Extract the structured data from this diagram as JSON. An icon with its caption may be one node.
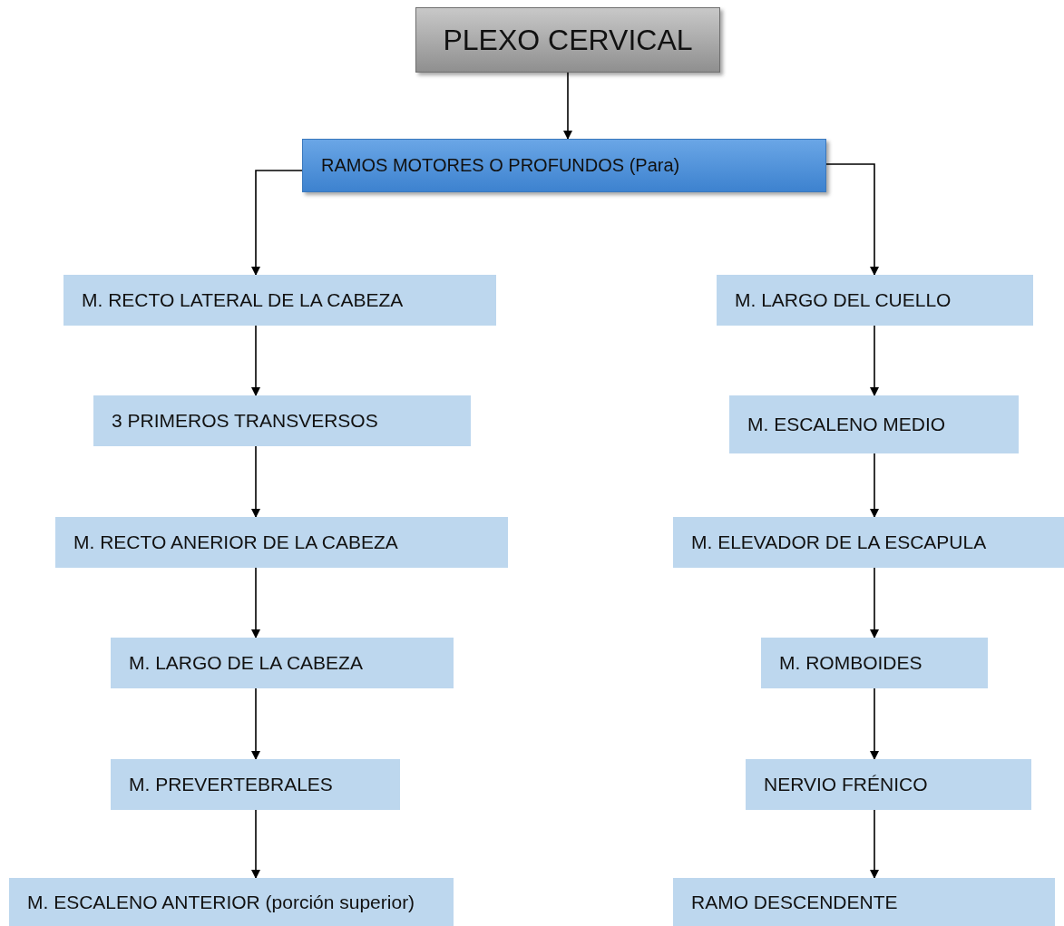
{
  "diagram": {
    "nodes": [
      {
        "text": [
          "PLEXO CERVICAL"
        ]
      },
      {
        "text": [
          "RAMOS MOTORES O PROFUNDOS (Para)"
        ]
      },
      {
        "text": [
          "M. RECTO LATERAL DE LA CABEZA"
        ]
      },
      {
        "text": [
          "3 PRIMEROS TRANSVERSOS"
        ]
      },
      {
        "text": [
          "M. RECTO ANERIOR DE LA CABEZA"
        ]
      },
      {
        "text": [
          "M. LARGO DE LA CABEZA"
        ]
      },
      {
        "text": [
          "M. PREVERTEBRALES"
        ]
      },
      {
        "text": [
          "M. ESCALENO ANTERIOR (porción superior)"
        ]
      },
      {
        "text": [
          "M. LARGO DEL CUELLO"
        ]
      },
      {
        "text": [
          "M. ESCALENO MEDIO"
        ]
      },
      {
        "text": [
          "M. ELEVADOR DE LA ESCAPULA"
        ]
      },
      {
        "text": [
          "M. ROMBOIDES"
        ]
      },
      {
        "text": [
          "NERVIO FRÉNICO"
        ]
      },
      {
        "text": [
          "RAMO DESCENDENTE"
        ]
      }
    ],
    "edges": [
      {
        "from": 0,
        "to": 1,
        "arrow": "to"
      },
      {
        "from": 1,
        "to": 2,
        "arrow": "to"
      },
      {
        "from": 2,
        "to": 3,
        "arrow": "to"
      },
      {
        "from": 3,
        "to": 4,
        "arrow": "to"
      },
      {
        "from": 4,
        "to": 5,
        "arrow": "to"
      },
      {
        "from": 5,
        "to": 6,
        "arrow": "to"
      },
      {
        "from": 6,
        "to": 7,
        "arrow": "to"
      },
      {
        "from": 1,
        "to": 8,
        "arrow": "to"
      },
      {
        "from": 8,
        "to": 9,
        "arrow": "to"
      },
      {
        "from": 9,
        "to": 10,
        "arrow": "to"
      },
      {
        "from": 10,
        "to": 11,
        "arrow": "to"
      },
      {
        "from": 11,
        "to": 12,
        "arrow": "to"
      },
      {
        "from": 12,
        "to": 13,
        "arrow": "to"
      }
    ]
  }
}
